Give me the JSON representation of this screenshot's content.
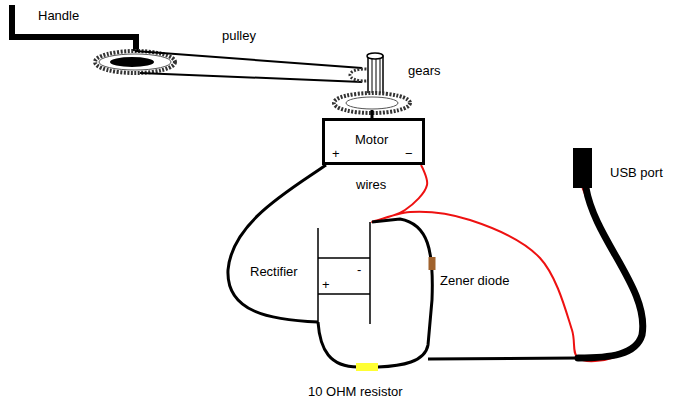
{
  "diagram": {
    "nodes": [
      {
        "text": [
          "Motor",
          "+",
          "−"
        ]
      },
      {
        "text": [
          "USB port"
        ]
      }
    ],
    "edges": [
      {
        "from": 0,
        "to": 1,
        "arrow": "none"
      }
    ],
    "labels": [
      "Handle",
      "pulley",
      "gears",
      "wires",
      "Rectifier",
      "-",
      "+",
      "Zener diode",
      "10 OHM resistor"
    ]
  }
}
